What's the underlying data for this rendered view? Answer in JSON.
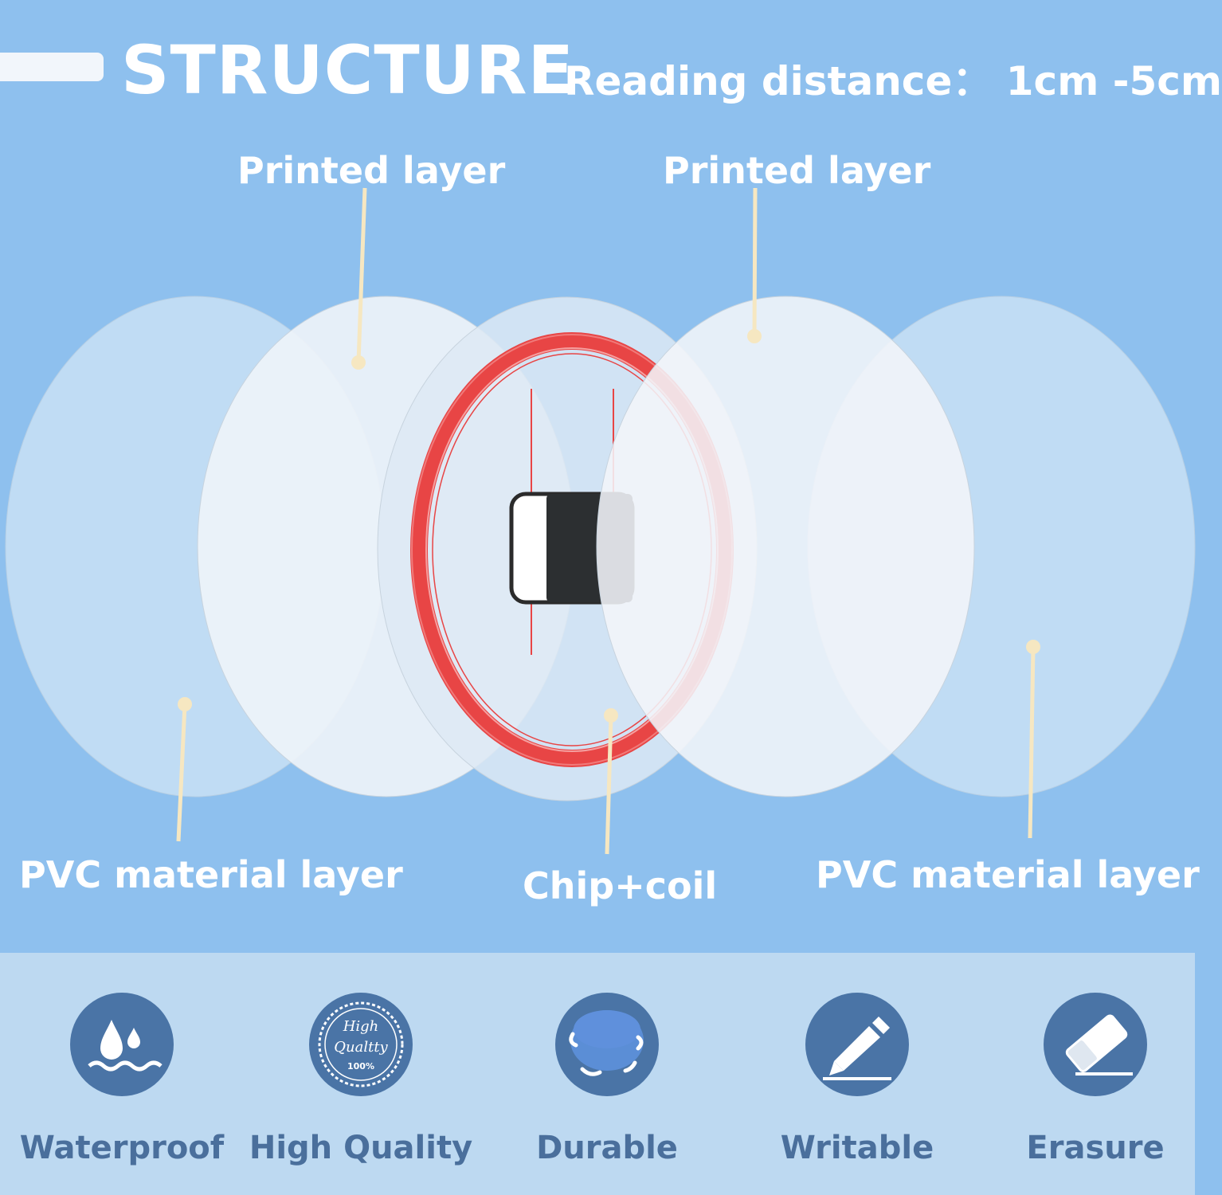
{
  "header": {
    "title": "STRUCTURE",
    "subtitle": "Reading distance：  1cm -5cm"
  },
  "layers": {
    "printed_left": "Printed layer",
    "printed_right": "Printed layer",
    "pvc_left": "PVC material layer",
    "chip_coil": "Chip+coil",
    "pvc_right": "PVC material layer"
  },
  "colors": {
    "background": "#8ec0ee",
    "feature_band": "#bdd9f1",
    "icon_fill": "#4a74a6",
    "coil": "#e84545",
    "pointer": "#f6e7c1"
  },
  "features": [
    {
      "label": "Waterproof",
      "icon": "water-drop-icon"
    },
    {
      "label": "High Quality",
      "icon": "quality-seal-icon"
    },
    {
      "label": "Durable",
      "icon": "durable-sphere-icon"
    },
    {
      "label": "Writable",
      "icon": "pencil-icon"
    },
    {
      "label": "Erasure",
      "icon": "eraser-icon"
    }
  ],
  "seal": {
    "line1": "High",
    "line2": "Qualtty",
    "line3": "100%"
  }
}
